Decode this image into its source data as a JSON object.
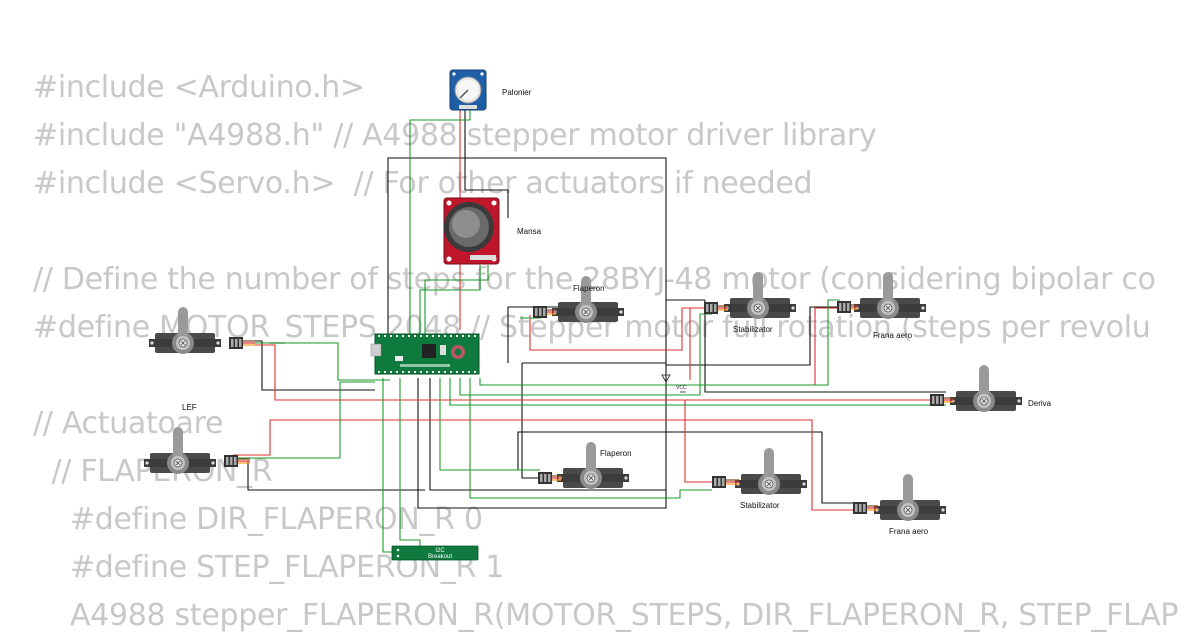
{
  "code": {
    "lines": [
      "#include <Arduino.h>",
      "#include \"A4988.h\" // A4988 stepper motor driver library",
      "#include <Servo.h>  // For other actuators if needed",
      "// Define the number of steps for the 28BYJ-48 motor (considering bipolar co",
      "#define MOTOR_STEPS 2048 // Stepper motor full rotation (steps per revolu",
      "// Actuatoare",
      "  // FLAPERON_R",
      "    #define DIR_FLAPERON_R 0",
      "    #define STEP_FLAPERON_R 1",
      "    A4988 stepper_FLAPERON_R(MOTOR_STEPS, DIR_FLAPERON_R, STEP_FLAP"
    ]
  },
  "components": {
    "palonier": "Palonier",
    "mansa": "Mansa",
    "flaperon_top": "Flaperon",
    "flaperon_bottom": "Flaperon",
    "stabilizator_top": "Stabilizator",
    "stabilizator_bottom": "Stabilizator",
    "frana_top": "Frana aero",
    "frana_bottom": "Frana aero",
    "deriva": "Deriva",
    "lef": "LEF",
    "i2c_line1": "I2C",
    "i2c_line2": "Breakout",
    "vcc": "VCC"
  },
  "colors": {
    "code_text": "#c8c8c8",
    "wire_red": "#e03030",
    "wire_green": "#1a9a2a",
    "wire_black": "#111111",
    "pico_board": "#0e7a3e",
    "joystick_board": "#c0162b",
    "pot_board": "#1f5fa8",
    "servo_body": "#505050"
  }
}
